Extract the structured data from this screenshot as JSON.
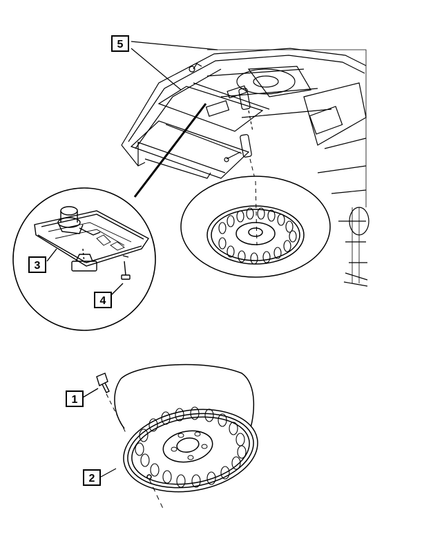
{
  "callouts": {
    "c1": "1",
    "c2": "2",
    "c3": "3",
    "c4": "4",
    "c5": "5"
  },
  "colors": {
    "ink": "#000000",
    "paper": "#ffffff"
  },
  "parts": {
    "vehicle_floor": "rear-cargo-floor",
    "spare_tire_upper": "spare-tire-mounted",
    "jack_detail": "jack-and-tray-detail",
    "spare_tire_lower": "spare-wheel-assembly"
  }
}
